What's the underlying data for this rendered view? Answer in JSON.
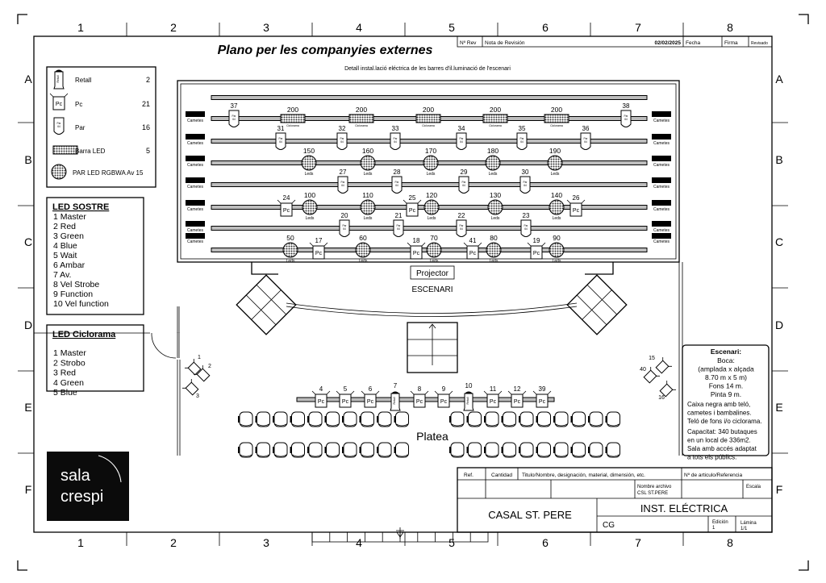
{
  "grid": {
    "columns": [
      "1",
      "2",
      "3",
      "4",
      "5",
      "6",
      "7",
      "8"
    ],
    "rows": [
      "A",
      "B",
      "C",
      "D",
      "E",
      "F"
    ]
  },
  "header": {
    "title": "Plano per les companyies externes",
    "subtitle": "Detall instal.lació eléctrica de les barres d'il.luminació de l'escenari",
    "rev_no": "Nº Rev",
    "rev_note": "Nota de Revisión",
    "date": "02/02/2025",
    "fecha": "Fecha",
    "firma": "Firma",
    "revisado": "Revisado"
  },
  "legend": [
    {
      "icon": "retall",
      "label": "Retall",
      "count": "2"
    },
    {
      "icon": "pc",
      "label": "Pc",
      "count": "21"
    },
    {
      "icon": "par",
      "label": "Par",
      "count": "16"
    },
    {
      "icon": "barra-led",
      "label": "Barra LED",
      "count": "5"
    },
    {
      "icon": "par-led",
      "label": "PAR LED RGBWA Av 15",
      "count": ""
    }
  ],
  "led_sostre": {
    "title": "LED SOSTRE",
    "items": [
      "1 Master",
      "2 Red",
      "3 Green",
      "4 Blue",
      "5 Wait",
      "6 Ambar",
      "7 Av.",
      "8 Vel Strobe",
      "9 Function",
      "10 Vel function"
    ]
  },
  "led_ciclorama": {
    "title": "LED Ciclorama",
    "items": [
      "1 Master",
      "2 Strobo",
      "3 Red",
      "4 Green",
      "5 Blue"
    ]
  },
  "labels": {
    "cametes": "Cametes",
    "leds": "Leds",
    "ciclorama": "Ciclorama",
    "par64": "Par 64",
    "pc": "Pc",
    "retall": "Retall",
    "projector": "Projector",
    "escenari": "ESCENARI",
    "platea": "Platea"
  },
  "battens": [
    {
      "cametes": false,
      "fixtures": []
    },
    {
      "cametes": true,
      "fixtures": [
        {
          "t": "par",
          "n": "37"
        },
        {
          "t": "cyc",
          "n": "200"
        },
        {
          "t": "cyc",
          "n": "200"
        },
        {
          "t": "cyc",
          "n": "200"
        },
        {
          "t": "cyc",
          "n": "200"
        },
        {
          "t": "cyc",
          "n": "200"
        },
        {
          "t": "par",
          "n": "38"
        }
      ]
    },
    {
      "cametes": true,
      "fixtures": [
        {
          "t": "par",
          "n": "31"
        },
        {
          "t": "par",
          "n": "32"
        },
        {
          "t": "par",
          "n": "33"
        },
        {
          "t": "par",
          "n": "34"
        },
        {
          "t": "par",
          "n": "35"
        },
        {
          "t": "par",
          "n": "36"
        }
      ]
    },
    {
      "cametes": true,
      "fixtures": [
        {
          "t": "led",
          "n": "150"
        },
        {
          "t": "led",
          "n": "160"
        },
        {
          "t": "led",
          "n": "170"
        },
        {
          "t": "led",
          "n": "180"
        },
        {
          "t": "led",
          "n": "190"
        }
      ]
    },
    {
      "cametes": true,
      "fixtures": [
        {
          "t": "par",
          "n": "27"
        },
        {
          "t": "par",
          "n": "28"
        },
        {
          "t": "par",
          "n": "29"
        },
        {
          "t": "par",
          "n": "30"
        }
      ]
    },
    {
      "cametes": true,
      "fixtures": [
        {
          "t": "pc",
          "n": "24"
        },
        {
          "t": "led",
          "n": "100"
        },
        {
          "t": "led",
          "n": "110"
        },
        {
          "t": "pc",
          "n": "25"
        },
        {
          "t": "led",
          "n": "120"
        },
        {
          "t": "led",
          "n": "130"
        },
        {
          "t": "led",
          "n": "140"
        },
        {
          "t": "pc",
          "n": "26"
        }
      ]
    },
    {
      "cametes": true,
      "fixtures": [
        {
          "t": "par",
          "n": "20"
        },
        {
          "t": "par",
          "n": "21"
        },
        {
          "t": "par",
          "n": "22"
        },
        {
          "t": "par",
          "n": "23"
        }
      ]
    },
    {
      "cametes": false,
      "fixtures": [
        {
          "t": "led",
          "n": "50"
        },
        {
          "t": "pc",
          "n": "17"
        },
        {
          "t": "led",
          "n": "60"
        },
        {
          "t": "pc",
          "n": "18"
        },
        {
          "t": "led",
          "n": "70"
        },
        {
          "t": "pc",
          "n": "41"
        },
        {
          "t": "led",
          "n": "80"
        },
        {
          "t": "pc",
          "n": "19"
        },
        {
          "t": "led",
          "n": "90"
        }
      ]
    }
  ],
  "foh": [
    {
      "t": "pc",
      "n": "4"
    },
    {
      "t": "pc",
      "n": "5"
    },
    {
      "t": "pc",
      "n": "6"
    },
    {
      "t": "retall",
      "n": "7"
    },
    {
      "t": "pc",
      "n": "8"
    },
    {
      "t": "pc",
      "n": "9"
    },
    {
      "t": "retall",
      "n": "10"
    },
    {
      "t": "pc",
      "n": "11"
    },
    {
      "t": "pc",
      "n": "12"
    },
    {
      "t": "pc",
      "n": "39"
    }
  ],
  "side_left": [
    "1",
    "2",
    "3"
  ],
  "side_right": [
    "15",
    "40",
    "16"
  ],
  "escenari_note": {
    "title": "Escenari:",
    "centered": [
      "Boca:",
      "(amplada x alçada",
      "8.70 m  x  5 m)",
      "Fons 14 m.",
      "Pinta 9 m."
    ],
    "left": [
      "Caixa negra amb teló,",
      "cametes i bambalines.",
      "Teló de fons i/o ciclorama."
    ],
    "left2": [
      "Capacitat: 340 butaques",
      "en un local de 336m2.",
      "Sala amb accés adaptat",
      "a tots els públics."
    ]
  },
  "logo": {
    "line1": "sala",
    "line2": "crespi"
  },
  "title_block": {
    "ref": "Ref.",
    "cantidad": "Cantidad",
    "titulo": "Titulo/Nombre, designación, material, dimensión, etc.",
    "articulo": "Nº de articulo/Referencia",
    "nombre_archivo": "Nombre archivo",
    "archivo": "CSL ST.PERE",
    "escala": "Escala",
    "project": "CASAL ST. PERE",
    "drawing": "INST. ELÉCTRICA",
    "author": "CG",
    "edicion": "Edición",
    "edicion_val": "1",
    "lamina": "Lámina",
    "lamina_val": "1/1"
  }
}
